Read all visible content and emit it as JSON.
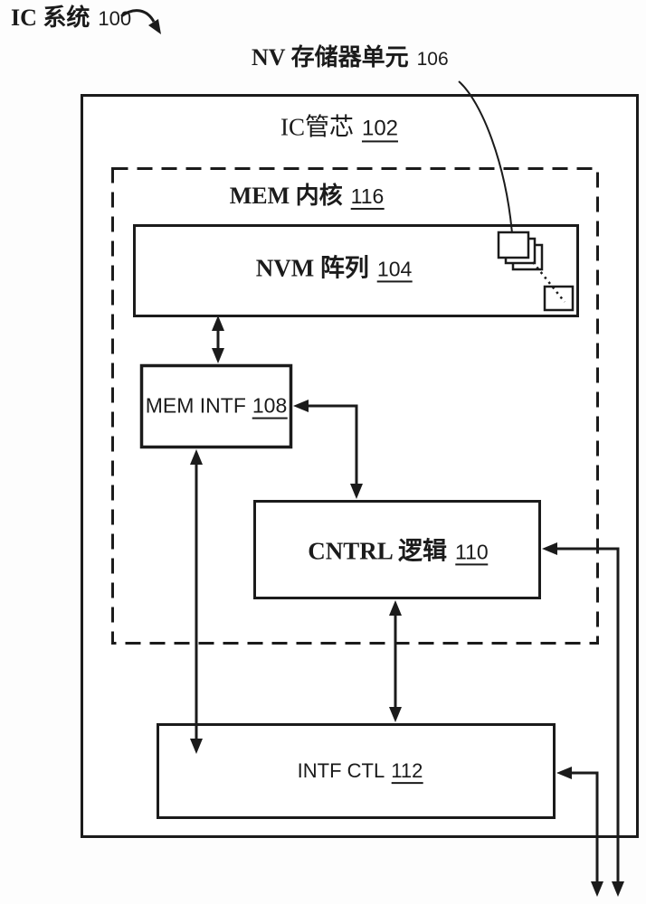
{
  "colors": {
    "ink": "#1b1b1b",
    "paper": "#fdfdfd"
  },
  "labels": {
    "system": {
      "text": "IC 系统",
      "ref": "100"
    },
    "nv_cell": {
      "text": "NV 存储器单元",
      "ref": "106"
    },
    "ic_die": {
      "text": "IC管芯",
      "ref": "102"
    },
    "mem_core": {
      "text": "MEM 内核",
      "ref": "116"
    },
    "nvm_array": {
      "text": "NVM 阵列",
      "ref": "104"
    },
    "mem_intf": {
      "text": "MEM INTF",
      "ref": "108"
    },
    "cntrl_logic": {
      "text": "CNTRL 逻辑",
      "ref": "110"
    },
    "intf_ctl": {
      "text": "INTF CTL",
      "ref": "112"
    }
  }
}
